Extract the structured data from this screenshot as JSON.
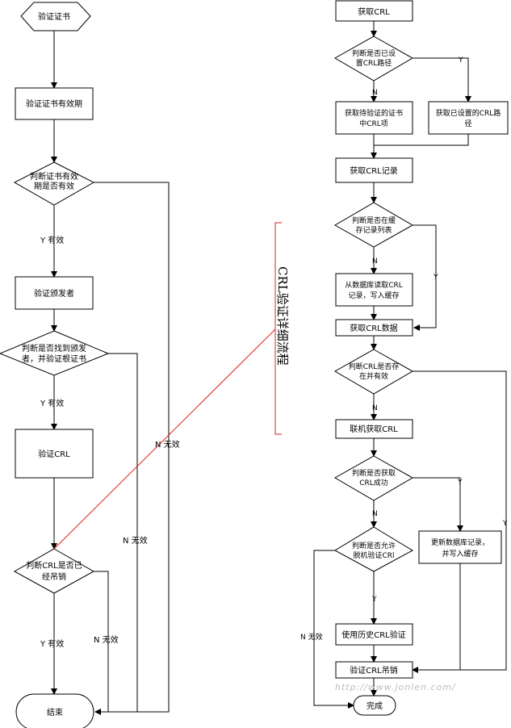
{
  "left": {
    "start": "验证证书",
    "check_validity": "验证证书有效期",
    "decision_validity": [
      "判断证书有效",
      "期是否有效"
    ],
    "yes_valid_1": "Y 有效",
    "verify_issuer": "验证颁发者",
    "decision_issuer": [
      "判断是否找到颁发",
      "者，并验证根证书"
    ],
    "yes_valid_2": "Y 有效",
    "verify_crl": "验证CRL",
    "decision_revoked": [
      "判断CRL是否已",
      "经吊销"
    ],
    "yes_valid_3": "Y 有效",
    "no_invalid_1": "N 无效",
    "no_invalid_2": "N 无效",
    "no_invalid_3": "N 无效",
    "end": "结束"
  },
  "annotation": {
    "label": "CRL验证详细流程",
    "color": "#e02020"
  },
  "right": {
    "get_crl": "获取CRL",
    "decision_path": [
      "判断是否已设",
      "置CRL路径"
    ],
    "path_n": "N",
    "path_y": "Y",
    "get_cert_crl": [
      "获取待验证的证书",
      "中CRL项"
    ],
    "get_set_path": [
      "获取已设置的CRL路",
      "径"
    ],
    "get_crl_record": "获取CRL记录",
    "decision_cache": [
      "判断是否在缓",
      "存记录列表"
    ],
    "cache_n": "N",
    "cache_y": "Y",
    "read_db": [
      "从数据库读取CRL",
      "记录，写入缓存"
    ],
    "get_crl_data": "获取CRL数据",
    "decision_exist": [
      "判断CRL是否存",
      "在并有效"
    ],
    "exist_n": "N",
    "online_get": "联机获取CRL",
    "decision_success": [
      "判断是否获取",
      "CRL成功"
    ],
    "success_n": "N",
    "success_y": "Y",
    "exist_y": "Y",
    "decision_offline": [
      "判断是否允许",
      "脱机验证CRl"
    ],
    "offline_y": "Y",
    "offline_n": "N 无效",
    "update_db": [
      "更新数据库记录，",
      "并写入缓存"
    ],
    "use_history": "使用历史CRL验证",
    "verify_revoke": "验证CRL吊销",
    "done": "完成"
  },
  "watermark": "http://www.jonlen.com/"
}
